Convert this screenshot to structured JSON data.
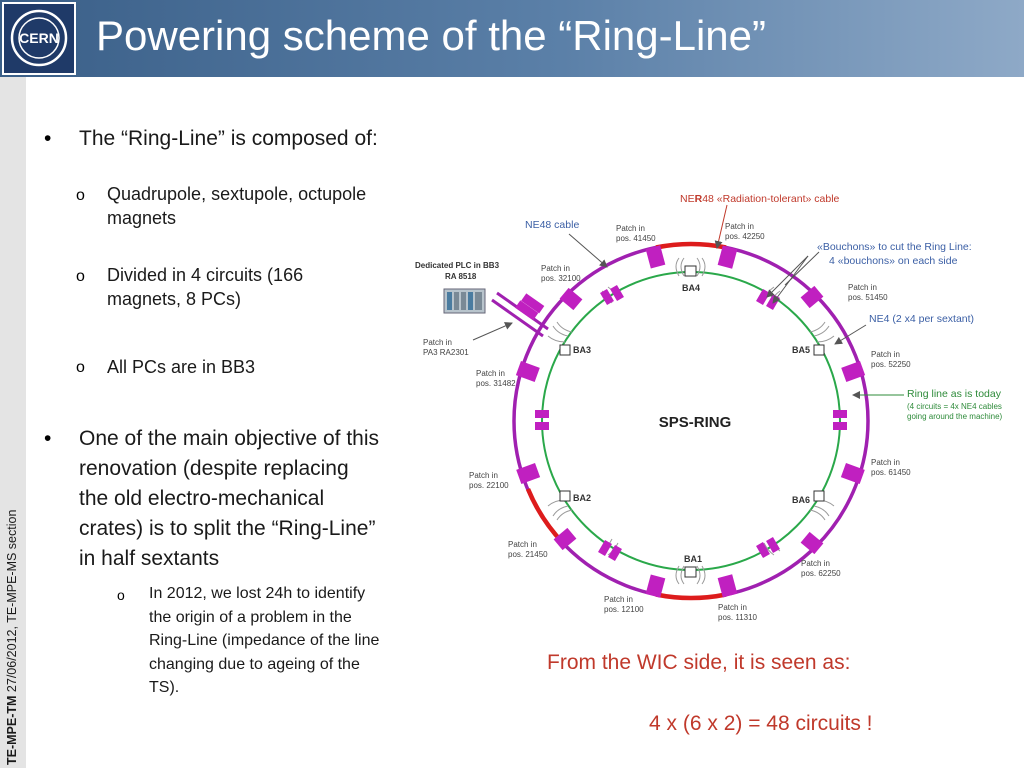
{
  "header": {
    "title": "Powering scheme of the “Ring-Line”",
    "logo_text": "CERN",
    "colors": {
      "header_start": "#3a5f88",
      "header_end": "#8ea9c7"
    }
  },
  "footer": {
    "bold": "TE-MPE-TM",
    "text": " 27/06/2012, TE-MPE-MS section"
  },
  "bullets": {
    "b1": "The “Ring-Line” is composed of:",
    "b1_subs": [
      {
        "l1": "Quadrupole, sextupole, octupole",
        "l2": "magnets"
      },
      {
        "l1": "Divided in 4 circuits (166",
        "l2": "magnets, 8 PCs)"
      },
      {
        "l1": "All PCs are in BB3"
      }
    ],
    "b2_lines": [
      "One of the main objective of this",
      "renovation (despite replacing",
      "the old electro-mechanical",
      "crates) is to split the “Ring-Line”",
      "in half sextants"
    ],
    "b2_sub_lines": [
      "In 2012, we lost 24h to identify",
      "the origin of a problem in the",
      "Ring-Line (impedance of the line",
      "changing due to ageing of the",
      "TS)."
    ]
  },
  "diagram": {
    "center_label": "SPS-RING",
    "stations": [
      "BA1",
      "BA2",
      "BA3",
      "BA4",
      "BA5",
      "BA6"
    ],
    "cable_ne48": "NE48 cable",
    "cable_ner48_prefix": "NE",
    "cable_ner48_r": "R",
    "cable_ner48_rest": "48 «Radiation-tolerant» cable",
    "bouchons_1": "«Bouchons» to cut the Ring Line:",
    "bouchons_2": "4 «bouchons» on each side",
    "ne4": "NE4 (2 x4 per sextant)",
    "ring_today_1": "Ring line as is today",
    "ring_today_2": "(4 circuits = 4x NE4 cables",
    "ring_today_3": "going around the machine)",
    "plc_1": "Dedicated PLC in BB3",
    "plc_2": "RA 8518",
    "patches": [
      {
        "l1": "Patch in",
        "l2": "pos. 41450"
      },
      {
        "l1": "Patch in",
        "l2": "pos. 42250"
      },
      {
        "l1": "Patch in",
        "l2": "pos. 32100"
      },
      {
        "l1": "Patch in",
        "l2": "pos. 51450"
      },
      {
        "l1": "Patch in",
        "l2": "PA3 RA2301"
      },
      {
        "l1": "Patch in",
        "l2": "pos. 52250"
      },
      {
        "l1": "Patch in",
        "l2": "pos. 31482"
      },
      {
        "l1": "Patch in",
        "l2": "pos. 22100"
      },
      {
        "l1": "Patch in",
        "l2": "pos. 61450"
      },
      {
        "l1": "Patch in",
        "l2": "pos. 21450"
      },
      {
        "l1": "Patch in",
        "l2": "pos. 62250"
      },
      {
        "l1": "Patch in",
        "l2": "pos. 12100"
      },
      {
        "l1": "Patch in",
        "l2": "pos. 11310"
      }
    ],
    "colors": {
      "ring_outer": "#a020b0",
      "ring_inner": "#2aa84a",
      "ring_red": "#dd1c1c",
      "annotation_green": "#2e8b3a",
      "annotation_blue": "#3b5fa5"
    }
  },
  "wic": {
    "line1": "From the WIC side, it is seen as:",
    "line2": "4 x (6 x 2) = 48 circuits !",
    "color": "#c0392b"
  }
}
